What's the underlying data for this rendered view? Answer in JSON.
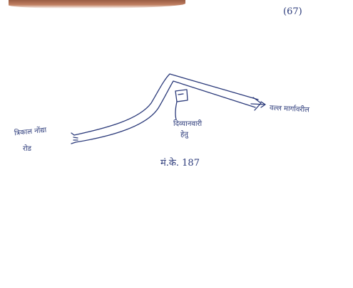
{
  "page": {
    "number": "(67)"
  },
  "sketch": {
    "labels": {
      "left_line1": "त्रिकाल नोंद्या",
      "left_line2": "रोड",
      "right": "वल्ल मार्गावरील",
      "middle_line1": "दिव्यानवारी",
      "middle_line2": "हेतु",
      "reference": "मं.के. 187"
    },
    "ink_color": "#2b3a7a"
  }
}
